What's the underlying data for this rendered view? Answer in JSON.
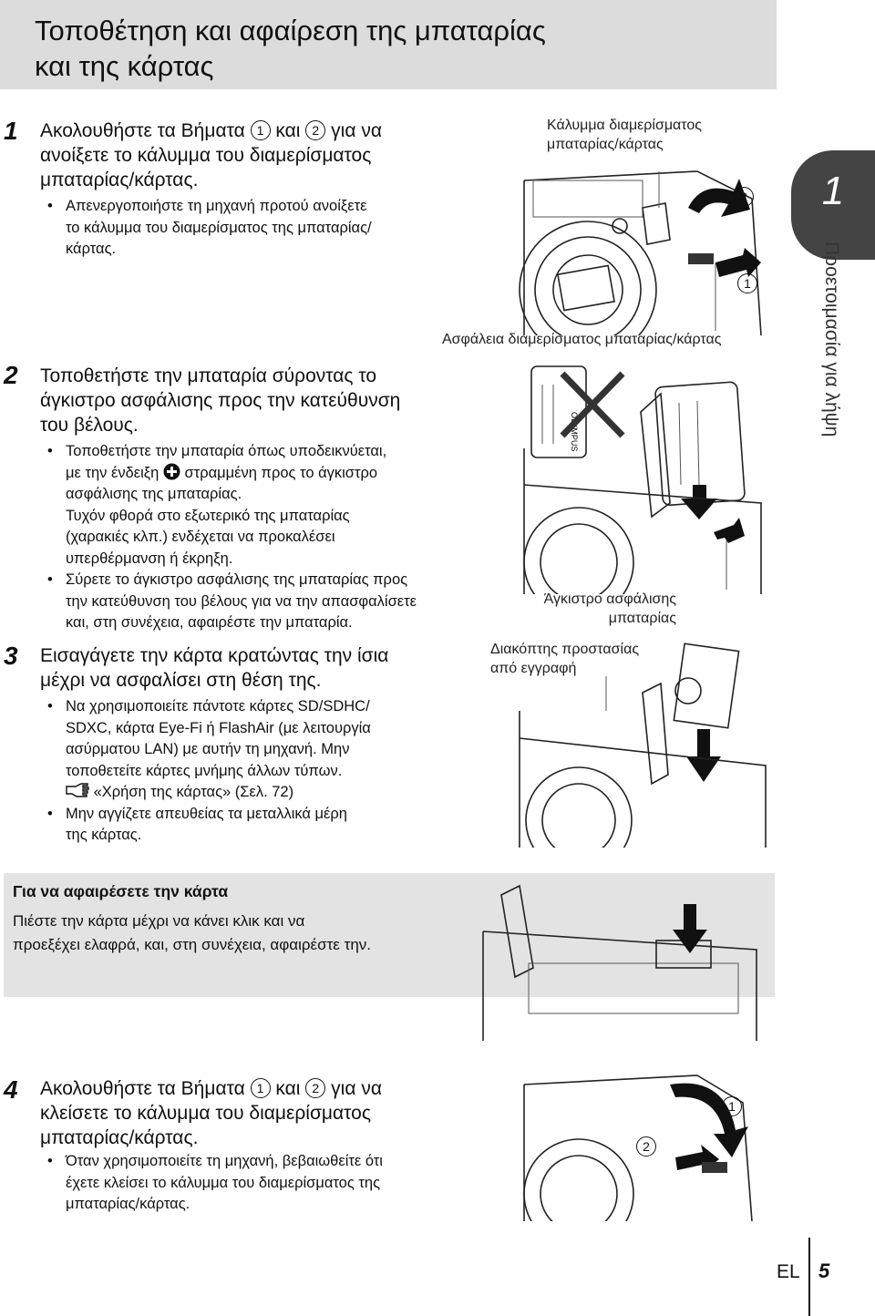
{
  "title": {
    "line1": "Τοποθέτηση και αφαίρεση της μπαταρίας",
    "line2": "και της κάρτας"
  },
  "chapter": {
    "number": "1",
    "title": "Προετοιμασία για λήψη"
  },
  "steps": [
    {
      "num": "1",
      "head_a": "Ακολουθήστε τα Βήματα",
      "circ1": "1",
      "head_b": "και",
      "circ2": "2",
      "head_c": "για να",
      "head_line2": "ανοίξετε το κάλυμμα του διαμερίσματος",
      "head_line3": "μπαταρίας/κάρτας.",
      "bullets": [
        [
          "Απενεργοποιήστε τη μηχανή προτού ανοίξετε",
          "το κάλυμμα του διαμερίσματος της μπαταρίας/",
          "κάρτας."
        ]
      ]
    },
    {
      "num": "2",
      "head_lines": [
        "Τοποθετήστε την μπαταρία σύροντας το",
        "άγκιστρο ασφάλισης προς την κατεύθυνση",
        "του βέλους."
      ],
      "b1_line1": "Τοποθετήστε την μπαταρία όπως υποδεικνύεται,",
      "b1_line2a": "με την ένδειξη",
      "b1_line2b": "στραμμένη προς το άγκιστρο",
      "b1_rest": [
        "ασφάλισης της μπαταρίας.",
        "Τυχόν φθορά στο εξωτερικό της μπαταρίας",
        "(χαρακιές κλπ.) ενδέχεται να προκαλέσει",
        "υπερθέρμανση ή έκρηξη."
      ],
      "b2": [
        "Σύρετε το άγκιστρο ασφάλισης της μπαταρίας προς",
        "την κατεύθυνση του βέλους για να την απασφαλίσετε",
        "και, στη συνέχεια, αφαιρέστε την μπαταρία."
      ]
    },
    {
      "num": "3",
      "head_lines": [
        "Εισαγάγετε την κάρτα κρατώντας την ίσια",
        "μέχρι να ασφαλίσει στη θέση της."
      ],
      "b1": [
        "Να χρησιμοποιείτε πάντοτε κάρτες SD/SDHC/",
        "SDXC, κάρτα Eye-Fi ή FlashAir (με λειτουργία",
        "ασύρματου LAN) με αυτήν τη μηχανή. Μην",
        "τοποθετείτε κάρτες μνήμης άλλων τύπων."
      ],
      "ref_icon": "reference-hand-icon",
      "ref_text": "«Χρήση της κάρτας» (Σελ. 72)",
      "b2": [
        "Μην αγγίζετε απευθείας τα μεταλλικά μέρη",
        "της κάρτας."
      ]
    },
    {
      "num": "4",
      "head_a": "Ακολουθήστε τα Βήματα",
      "circ1": "1",
      "head_b": "και",
      "circ2": "2",
      "head_c": "για να",
      "head_line2": "κλείσετε το κάλυμμα του διαμερίσματος",
      "head_line3": "μπαταρίας/κάρτας.",
      "bullets": [
        [
          "Όταν χρησιμοποιείτε τη μηχανή, βεβαιωθείτε ότι",
          "έχετε κλείσει το κάλυμμα του διαμερίσματος της",
          "μπαταρίας/κάρτας."
        ]
      ]
    }
  ],
  "labels": {
    "cover": [
      "Κάλυμμα διαμερίσματος",
      "μπαταρίας/κάρτας"
    ],
    "lock": "Ασφάλεια διαμερίσματος μπαταρίας/κάρτας",
    "hook": [
      "Άγκιστρο ασφάλισης",
      "μπαταρίας"
    ],
    "protect": [
      "Διακόπτης προστασίας",
      "από εγγραφή"
    ],
    "c1": "1",
    "c2": "2",
    "c4_1": "1",
    "c4_2": "2",
    "battery_brand": "OLYMPUS"
  },
  "note": {
    "title": "Για να αφαιρέσετε την κάρτα",
    "lines": [
      "Πιέστε την κάρτα μέχρι να κάνει κλικ και να",
      "προεξέχει ελαφρά, και, στη συνέχεια, αφαιρέστε την."
    ]
  },
  "footer": {
    "lang": "EL",
    "page": "5"
  }
}
